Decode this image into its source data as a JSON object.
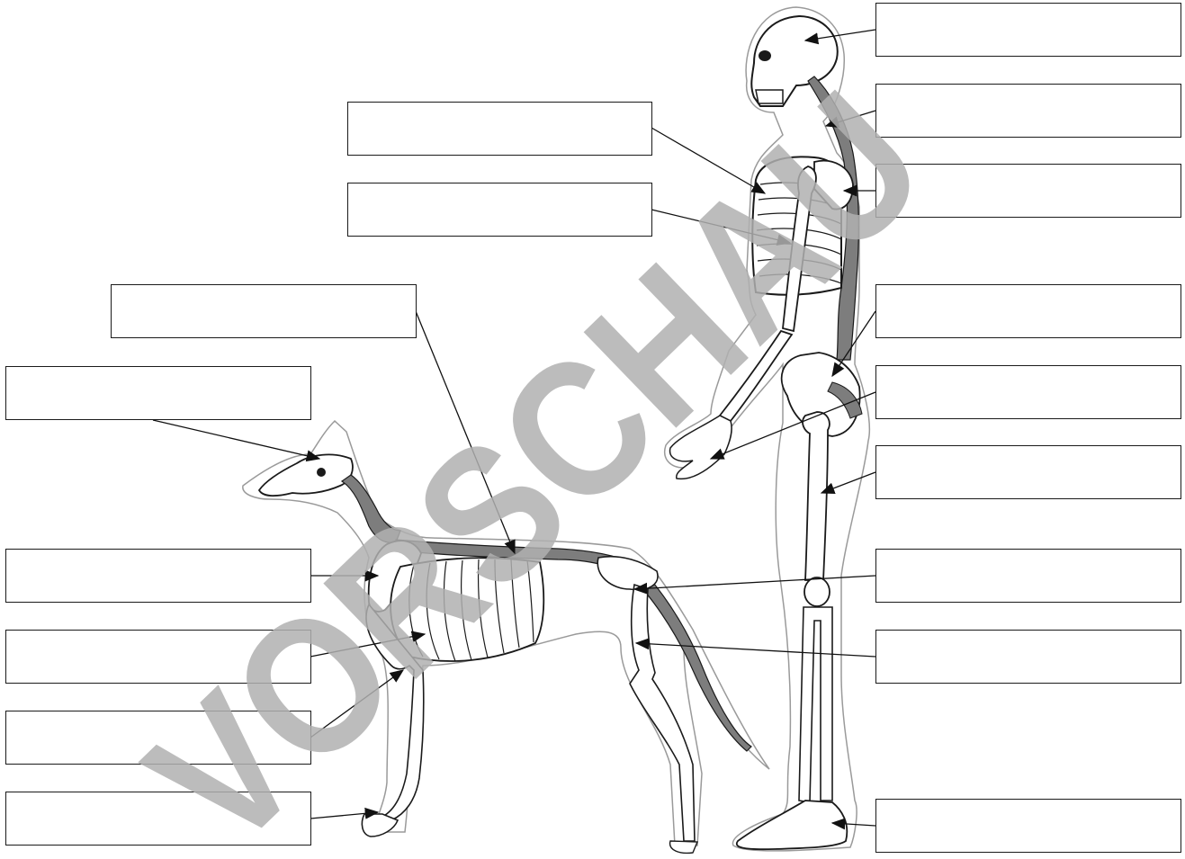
{
  "diagram": {
    "subjects": [
      "human-skeleton",
      "dog-skeleton"
    ],
    "line_color": "#1a1a1a",
    "spine_shade_color": "#7d7d7d",
    "outline_color": "#9a9a9a"
  },
  "labels": {
    "human_skull": "",
    "human_cervical_spine": "",
    "human_scapula": "",
    "human_sternum": "",
    "human_ribs": "",
    "human_pelvis": "",
    "human_hand": "",
    "human_femur": "",
    "human_kneecap": "",
    "human_lower_leg": "",
    "human_foot": "",
    "dog_spine": "",
    "dog_skull": "",
    "dog_scapula": "",
    "dog_ribs": "",
    "dog_elbow": "",
    "dog_forepaw": ""
  },
  "watermark": {
    "text": "VORSCHAU",
    "color": "#b0b0b0"
  }
}
